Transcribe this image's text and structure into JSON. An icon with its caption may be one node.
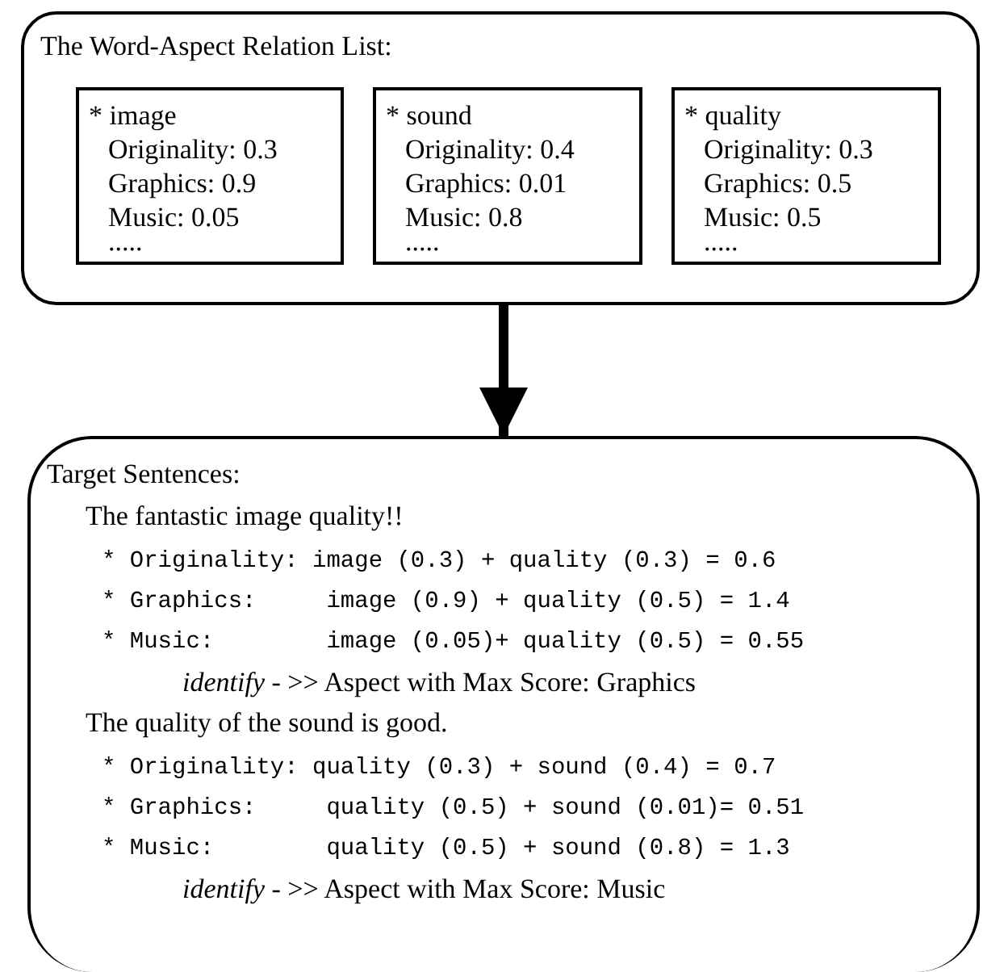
{
  "diagram": {
    "nodes": [
      {
        "text": [
          "The Word-Aspect Relation List:"
        ]
      },
      {
        "text": [
          "* image",
          "Originality: 0.3",
          "Graphics: 0.9",
          "Music: 0.05",
          "....."
        ],
        "in": 0
      },
      {
        "text": [
          "* sound",
          "Originality: 0.4",
          "Graphics: 0.01",
          "Music: 0.8",
          "....."
        ],
        "in": 0
      },
      {
        "text": [
          "* quality",
          "Originality: 0.3",
          "Graphics: 0.5",
          "Music: 0.5",
          "....."
        ],
        "in": 0
      },
      {
        "text": [
          "Target Sentences:",
          "The fantastic image quality!!",
          "* Originality: image (0.3) + quality (0.3) = 0.6",
          "* Graphics:     image (0.9) + quality (0.5) = 1.4",
          "* Music:        image (0.05)+ quality (0.5) = 0.55",
          "*identify* - >> Aspect with Max Score: Graphics",
          "The quality of the sound is good.",
          "* Originality: quality (0.3) + sound (0.4) = 0.7",
          "* Graphics:     quality (0.5) + sound (0.01)= 0.51",
          "* Music:        quality (0.5) + sound (0.8) = 1.3",
          "*identify* - >> Aspect with Max Score: Music"
        ]
      }
    ],
    "edges": [
      {
        "from": 0,
        "to": 4,
        "arrow": "to"
      }
    ]
  }
}
